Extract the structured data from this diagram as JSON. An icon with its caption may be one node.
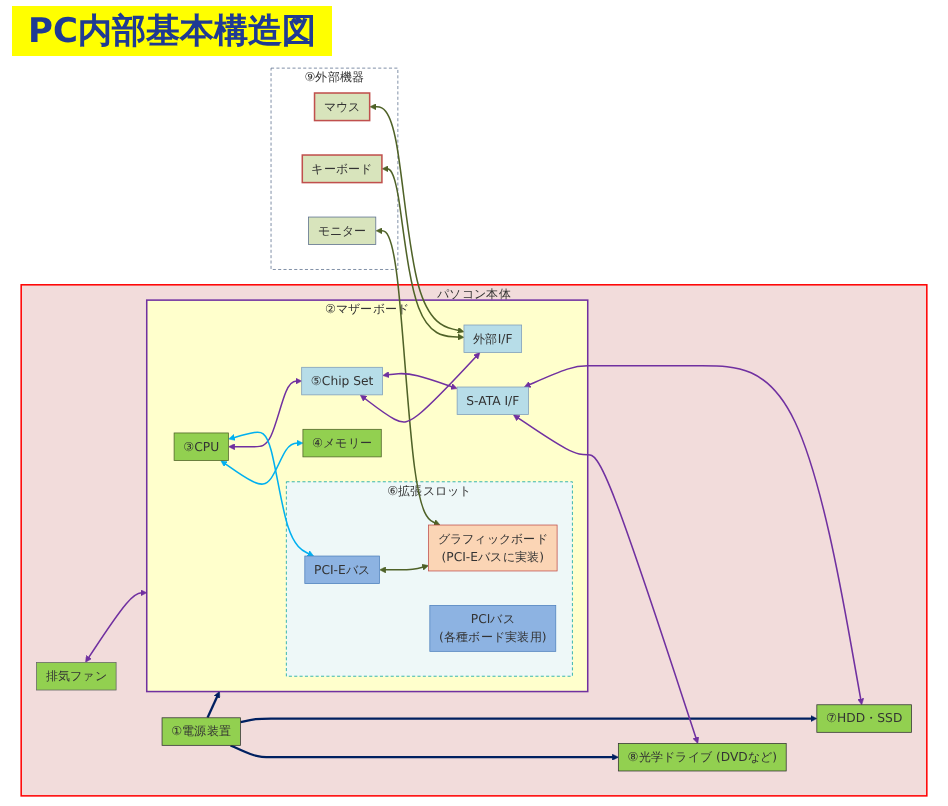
{
  "diagram": {
    "title": "PC内部基本構造図",
    "nodes": [
      {
        "text": [
          "パソコン本体"
        ]
      },
      {
        "text": [
          "①電源装置"
        ],
        "in": 0
      },
      {
        "text": [
          "排気ファン"
        ],
        "in": 0
      },
      {
        "text": [
          "②マザーボード"
        ],
        "in": 0
      },
      {
        "text": [
          "外部I/F"
        ],
        "in": 3
      },
      {
        "text": [
          "③CPU"
        ],
        "in": 3
      },
      {
        "text": [
          "④メモリー"
        ],
        "in": 3
      },
      {
        "text": [
          "⑥拡張スロット"
        ],
        "in": 3
      },
      {
        "text": [
          "PCI-Eバス"
        ],
        "in": 7
      },
      {
        "text": [
          "グラフィックボード",
          "(PCI-Eバスに実装)"
        ],
        "in": 7
      },
      {
        "text": [
          "PCIバス",
          "(各種ボード実装用)"
        ],
        "in": 7
      },
      {
        "text": [
          "⑤Chip Set"
        ],
        "in": 3
      },
      {
        "text": [
          "S-ATA I/F"
        ],
        "in": 3
      },
      {
        "text": [
          "⑧光学ドライブ (DVDなど)"
        ],
        "in": 0
      },
      {
        "text": [
          "⑦HDD・SSD"
        ],
        "in": 0
      },
      {
        "text": [
          "⑨外部機器"
        ]
      },
      {
        "text": [
          "マウス"
        ],
        "in": 15
      },
      {
        "text": [
          "キーボード"
        ],
        "in": 15
      },
      {
        "text": [
          "モニター"
        ],
        "in": 15
      }
    ],
    "edges": [
      {
        "from": 1,
        "to": 3,
        "arrow": "to",
        "color": "#002060"
      },
      {
        "from": 1,
        "to": 13,
        "arrow": "to",
        "color": "#002060"
      },
      {
        "from": 1,
        "to": 14,
        "arrow": "to",
        "color": "#002060"
      },
      {
        "from": 2,
        "to": 3,
        "arrow": "both"
      },
      {
        "from": 16,
        "to": 4,
        "arrow": "both",
        "color": "#4f6228"
      },
      {
        "from": 17,
        "to": 4,
        "arrow": "both",
        "color": "#4f6228"
      },
      {
        "from": 18,
        "to": 9,
        "arrow": "both",
        "color": "#4f6228"
      },
      {
        "from": 11,
        "to": 4,
        "arrow": "both"
      },
      {
        "from": 5,
        "to": 6,
        "arrow": "both",
        "color": "#00b0f0"
      },
      {
        "from": 5,
        "to": 11,
        "arrow": "both"
      },
      {
        "from": 5,
        "to": 8,
        "arrow": "both",
        "color": "#00b0f0"
      },
      {
        "from": 8,
        "to": 9,
        "arrow": "both",
        "color": "#4f6228"
      },
      {
        "from": 11,
        "to": 12,
        "arrow": "both"
      },
      {
        "from": 12,
        "to": 13,
        "arrow": "both"
      },
      {
        "from": 12,
        "to": 14,
        "arrow": "both"
      }
    ]
  }
}
